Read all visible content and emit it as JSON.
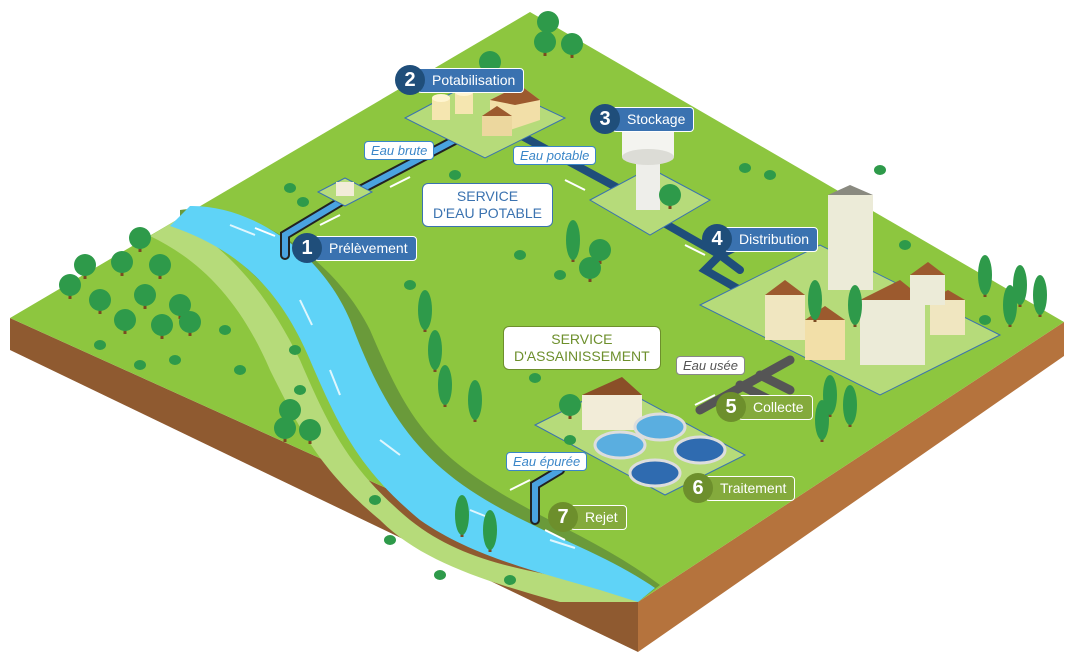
{
  "services": {
    "potable": [
      "SERVICE",
      "D'EAU POTABLE"
    ],
    "assainissement": [
      "SERVICE",
      "D'ASSAINISSEMENT"
    ]
  },
  "steps": [
    {
      "num": "1",
      "label": "Prélèvement"
    },
    {
      "num": "2",
      "label": "Potabilisation"
    },
    {
      "num": "3",
      "label": "Stockage"
    },
    {
      "num": "4",
      "label": "Distribution"
    },
    {
      "num": "5",
      "label": "Collecte"
    },
    {
      "num": "6",
      "label": "Traitement"
    },
    {
      "num": "7",
      "label": "Rejet"
    }
  ],
  "flows": {
    "raw": "Eau brute",
    "potable": "Eau potable",
    "used": "Eau usée",
    "treated": "Eau épurée"
  },
  "colors": {
    "grass": "#8dc63f",
    "river": "#5fd3f7",
    "soil": "#b5733d",
    "potable_blue": "#3a72b0",
    "sanitation_green": "#6d8f2c"
  }
}
